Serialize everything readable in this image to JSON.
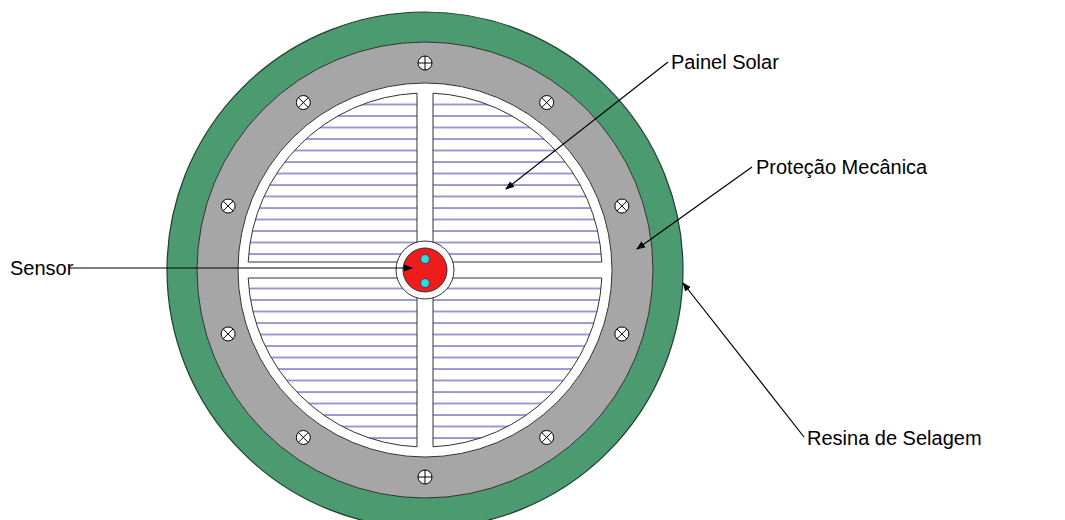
{
  "diagram": {
    "labels": [
      "Painel Solar",
      "Proteção Mecânica",
      "Sensor",
      "Resina de Selagem"
    ]
  }
}
